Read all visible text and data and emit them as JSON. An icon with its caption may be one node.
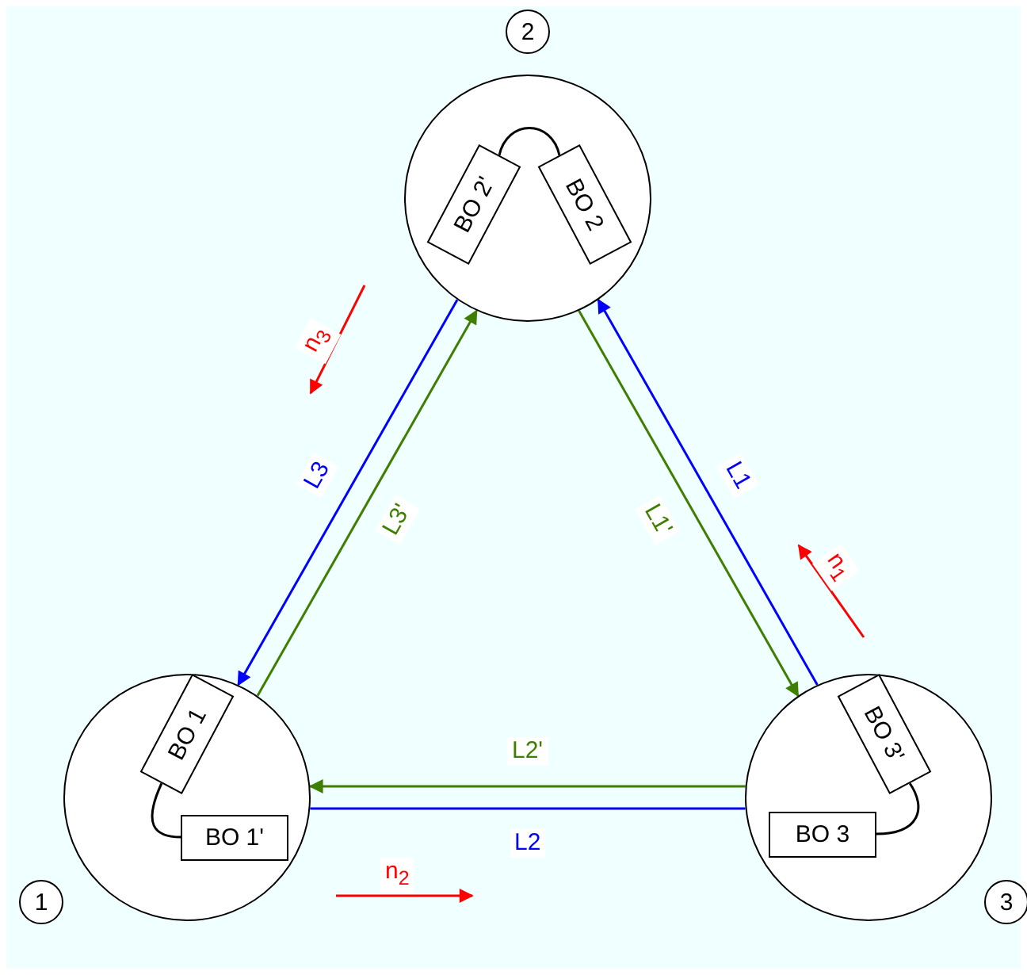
{
  "diagram": {
    "nodes": [
      {
        "text": [
          "2"
        ]
      },
      {
        "text": [],
        "shape": "circle"
      },
      {
        "text": [
          "BO 2'"
        ],
        "in": 1
      },
      {
        "text": [
          "BO 2"
        ],
        "in": 1
      },
      {
        "text": [],
        "shape": "circle"
      },
      {
        "text": [
          "BO 1"
        ],
        "in": 4
      },
      {
        "text": [
          "BO 1'"
        ],
        "in": 4
      },
      {
        "text": [],
        "shape": "circle"
      },
      {
        "text": [
          "BO 3'"
        ],
        "in": 7
      },
      {
        "text": [
          "BO 3"
        ],
        "in": 7
      },
      {
        "text": [
          "1"
        ]
      },
      {
        "text": [
          "3"
        ]
      }
    ],
    "edges": [
      {
        "from": 2,
        "to": 3,
        "arrow": "none"
      },
      {
        "from": 5,
        "to": 6,
        "arrow": "none"
      },
      {
        "from": 8,
        "to": 9,
        "arrow": "none"
      },
      {
        "from": 7,
        "to": 1,
        "arrow": "to",
        "label": "L1",
        "color": "#0000ff"
      },
      {
        "from": 1,
        "to": 7,
        "arrow": "to",
        "label": "L1'",
        "color": "#3f7f00"
      },
      {
        "from": 4,
        "to": 7,
        "arrow": "none",
        "label": "L2",
        "color": "#0000ff"
      },
      {
        "from": 7,
        "to": 4,
        "arrow": "to",
        "label": "L2'",
        "color": "#3f7f00"
      },
      {
        "from": 1,
        "to": 4,
        "arrow": "to",
        "label": "L3",
        "color": "#0000ff"
      },
      {
        "from": 4,
        "to": 1,
        "arrow": "to",
        "label": "L3'",
        "color": "#3f7f00"
      }
    ],
    "labels": [
      "n$_{3}$",
      "n$_{1}$",
      "n$_{2}$"
    ]
  }
}
